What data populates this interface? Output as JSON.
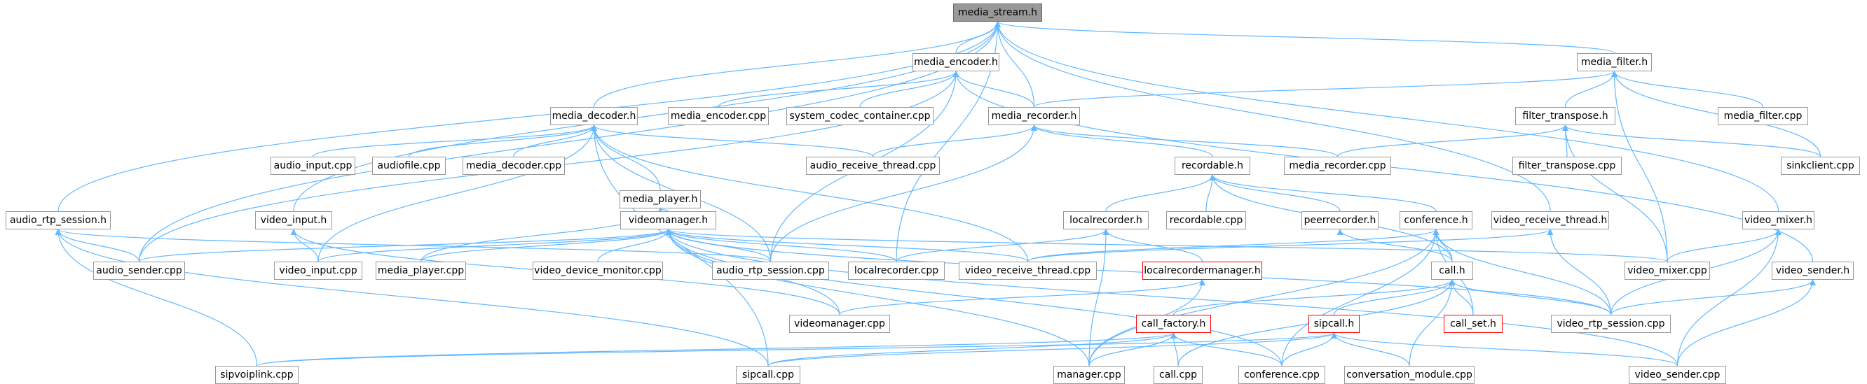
{
  "graph": {
    "edge_color": "#63b8ff",
    "root_fill": "#999999",
    "node_border": "#999999",
    "highlight_border": "#ff0000",
    "nodes": [
      {
        "id": "media_stream_h",
        "label": "media_stream.h",
        "style": "root"
      },
      {
        "id": "media_encoder_h",
        "label": "media_encoder.h"
      },
      {
        "id": "media_filter_h",
        "label": "media_filter.h"
      },
      {
        "id": "media_decoder_h",
        "label": "media_decoder.h"
      },
      {
        "id": "media_encoder_cpp",
        "label": "media_encoder.cpp"
      },
      {
        "id": "system_codec_container_cpp",
        "label": "system_codec_container.cpp"
      },
      {
        "id": "media_recorder_h",
        "label": "media_recorder.h"
      },
      {
        "id": "filter_transpose_h",
        "label": "filter_transpose.h"
      },
      {
        "id": "media_filter_cpp",
        "label": "media_filter.cpp"
      },
      {
        "id": "audio_input_cpp",
        "label": "audio_input.cpp"
      },
      {
        "id": "audiofile_cpp",
        "label": "audiofile.cpp"
      },
      {
        "id": "media_decoder_cpp",
        "label": "media_decoder.cpp"
      },
      {
        "id": "audio_receive_thread_cpp",
        "label": "audio_receive_thread.cpp"
      },
      {
        "id": "media_recorder_cpp",
        "label": "media_recorder.cpp"
      },
      {
        "id": "filter_transpose_cpp",
        "label": "filter_transpose.cpp"
      },
      {
        "id": "sinkclient_cpp",
        "label": "sinkclient.cpp"
      },
      {
        "id": "media_player_h",
        "label": "media_player.h"
      },
      {
        "id": "recordable_h",
        "label": "recordable.h"
      },
      {
        "id": "audio_rtp_session_h",
        "label": "audio_rtp_session.h"
      },
      {
        "id": "video_input_h",
        "label": "video_input.h"
      },
      {
        "id": "videomanager_h",
        "label": "videomanager.h"
      },
      {
        "id": "localrecorder_h",
        "label": "localrecorder.h"
      },
      {
        "id": "recordable_cpp",
        "label": "recordable.cpp"
      },
      {
        "id": "peerrecorder_h",
        "label": "peerrecorder.h"
      },
      {
        "id": "conference_h",
        "label": "conference.h"
      },
      {
        "id": "video_receive_thread_h",
        "label": "video_receive_thread.h"
      },
      {
        "id": "video_mixer_h",
        "label": "video_mixer.h"
      },
      {
        "id": "audio_sender_cpp",
        "label": "audio_sender.cpp"
      },
      {
        "id": "video_input_cpp",
        "label": "video_input.cpp"
      },
      {
        "id": "media_player_cpp",
        "label": "media_player.cpp"
      },
      {
        "id": "video_device_monitor_cpp",
        "label": "video_device_monitor.cpp"
      },
      {
        "id": "audio_rtp_session_cpp",
        "label": "audio_rtp_session.cpp"
      },
      {
        "id": "localrecorder_cpp",
        "label": "localrecorder.cpp"
      },
      {
        "id": "video_receive_thread_cpp",
        "label": "video_receive_thread.cpp"
      },
      {
        "id": "localrecordermanager_h",
        "label": "localrecordermanager.h",
        "style": "red"
      },
      {
        "id": "call_h",
        "label": "call.h"
      },
      {
        "id": "video_mixer_cpp",
        "label": "video_mixer.cpp"
      },
      {
        "id": "video_sender_h",
        "label": "video_sender.h"
      },
      {
        "id": "videomanager_cpp",
        "label": "videomanager.cpp"
      },
      {
        "id": "call_factory_h",
        "label": "call_factory.h",
        "style": "red"
      },
      {
        "id": "sipcall_h",
        "label": "sipcall.h",
        "style": "red"
      },
      {
        "id": "call_set_h",
        "label": "call_set.h",
        "style": "red"
      },
      {
        "id": "video_rtp_session_cpp",
        "label": "video_rtp_session.cpp"
      },
      {
        "id": "sipvoiplink_cpp",
        "label": "sipvoiplink.cpp"
      },
      {
        "id": "sipcall_cpp",
        "label": "sipcall.cpp"
      },
      {
        "id": "manager_cpp",
        "label": "manager.cpp"
      },
      {
        "id": "call_cpp",
        "label": "call.cpp"
      },
      {
        "id": "conference_cpp",
        "label": "conference.cpp"
      },
      {
        "id": "conversation_module_cpp",
        "label": "conversation_module.cpp"
      },
      {
        "id": "video_sender_cpp",
        "label": "video_sender.cpp"
      }
    ],
    "edges": [
      [
        "media_stream_h",
        "media_encoder_h"
      ],
      [
        "media_stream_h",
        "media_filter_h"
      ],
      [
        "media_stream_h",
        "media_decoder_h"
      ],
      [
        "media_stream_h",
        "media_recorder_h"
      ],
      [
        "media_stream_h",
        "audio_rtp_session_h"
      ],
      [
        "media_stream_h",
        "video_input_h"
      ],
      [
        "media_stream_h",
        "audio_sender_cpp"
      ],
      [
        "media_stream_h",
        "localrecorder_cpp"
      ],
      [
        "media_stream_h",
        "video_receive_thread_h"
      ],
      [
        "media_stream_h",
        "video_mixer_h"
      ],
      [
        "media_encoder_h",
        "media_encoder_cpp"
      ],
      [
        "media_encoder_h",
        "system_codec_container_cpp"
      ],
      [
        "media_encoder_h",
        "media_recorder_h"
      ],
      [
        "media_encoder_h",
        "audio_sender_cpp"
      ],
      [
        "media_encoder_h",
        "audio_rtp_session_cpp"
      ],
      [
        "media_encoder_h",
        "video_sender_h"
      ],
      [
        "media_filter_h",
        "media_recorder_h"
      ],
      [
        "media_filter_h",
        "filter_transpose_h"
      ],
      [
        "media_filter_h",
        "media_filter_cpp"
      ],
      [
        "media_filter_h",
        "sinkclient_cpp"
      ],
      [
        "media_filter_h",
        "video_mixer_cpp"
      ],
      [
        "media_decoder_h",
        "audio_input_cpp"
      ],
      [
        "media_decoder_h",
        "audiofile_cpp"
      ],
      [
        "media_decoder_h",
        "media_decoder_cpp"
      ],
      [
        "media_decoder_h",
        "audio_receive_thread_cpp"
      ],
      [
        "media_decoder_h",
        "media_player_h"
      ],
      [
        "media_decoder_h",
        "video_input_cpp"
      ],
      [
        "media_decoder_h",
        "audio_rtp_session_cpp"
      ],
      [
        "media_decoder_h",
        "video_receive_thread_cpp"
      ],
      [
        "media_decoder_h",
        "sipcall_cpp"
      ],
      [
        "media_recorder_h",
        "audio_receive_thread_cpp"
      ],
      [
        "media_recorder_h",
        "media_recorder_cpp"
      ],
      [
        "media_recorder_h",
        "recordable_h"
      ],
      [
        "media_recorder_h",
        "audio_rtp_session_cpp"
      ],
      [
        "filter_transpose_h",
        "media_recorder_cpp"
      ],
      [
        "filter_transpose_h",
        "filter_transpose_cpp"
      ],
      [
        "filter_transpose_h",
        "sinkclient_cpp"
      ],
      [
        "filter_transpose_h",
        "video_mixer_cpp"
      ],
      [
        "media_player_h",
        "videomanager_h"
      ],
      [
        "media_player_h",
        "media_player_cpp"
      ],
      [
        "recordable_h",
        "localrecorder_h"
      ],
      [
        "recordable_h",
        "recordable_cpp"
      ],
      [
        "recordable_h",
        "peerrecorder_h"
      ],
      [
        "recordable_h",
        "conference_h"
      ],
      [
        "recordable_h",
        "call_h"
      ],
      [
        "audio_rtp_session_h",
        "audio_sender_cpp"
      ],
      [
        "audio_rtp_session_h",
        "audio_rtp_session_cpp"
      ],
      [
        "audio_rtp_session_h",
        "sipvoiplink_cpp"
      ],
      [
        "audio_rtp_session_h",
        "sipcall_cpp"
      ],
      [
        "video_input_h",
        "video_input_cpp"
      ],
      [
        "video_input_h",
        "videomanager_cpp"
      ],
      [
        "videomanager_h",
        "audio_sender_cpp"
      ],
      [
        "videomanager_h",
        "video_input_cpp"
      ],
      [
        "videomanager_h",
        "media_player_cpp"
      ],
      [
        "videomanager_h",
        "video_device_monitor_cpp"
      ],
      [
        "videomanager_h",
        "audio_rtp_session_cpp"
      ],
      [
        "videomanager_h",
        "localrecorder_cpp"
      ],
      [
        "videomanager_h",
        "video_receive_thread_cpp"
      ],
      [
        "videomanager_h",
        "videomanager_cpp"
      ],
      [
        "videomanager_h",
        "manager_cpp"
      ],
      [
        "videomanager_h",
        "conference_cpp"
      ],
      [
        "videomanager_h",
        "video_mixer_cpp"
      ],
      [
        "videomanager_h",
        "video_rtp_session_cpp"
      ],
      [
        "videomanager_h",
        "video_sender_cpp"
      ],
      [
        "localrecorder_h",
        "localrecorder_cpp"
      ],
      [
        "localrecorder_h",
        "localrecordermanager_h"
      ],
      [
        "localrecorder_h",
        "manager_cpp"
      ],
      [
        "peerrecorder_h",
        "call_h"
      ],
      [
        "conference_h",
        "call_h"
      ],
      [
        "conference_h",
        "video_receive_thread_cpp"
      ],
      [
        "conference_h",
        "call_set_h"
      ],
      [
        "conference_h",
        "video_rtp_session_cpp"
      ],
      [
        "conference_h",
        "manager_cpp"
      ],
      [
        "conference_h",
        "conference_cpp"
      ],
      [
        "video_receive_thread_h",
        "video_receive_thread_cpp"
      ],
      [
        "video_receive_thread_h",
        "video_rtp_session_cpp"
      ],
      [
        "video_mixer_h",
        "video_mixer_cpp"
      ],
      [
        "video_mixer_h",
        "video_rtp_session_cpp"
      ],
      [
        "video_mixer_h",
        "video_sender_cpp"
      ],
      [
        "localrecordermanager_h",
        "videomanager_cpp"
      ],
      [
        "localrecordermanager_h",
        "manager_cpp"
      ],
      [
        "call_h",
        "call_factory_h"
      ],
      [
        "call_h",
        "sipcall_h"
      ],
      [
        "call_h",
        "call_set_h"
      ],
      [
        "call_h",
        "video_rtp_session_cpp"
      ],
      [
        "call_h",
        "call_cpp"
      ],
      [
        "call_h",
        "conversation_module_cpp"
      ],
      [
        "video_sender_h",
        "video_rtp_session_cpp"
      ],
      [
        "video_sender_h",
        "video_sender_cpp"
      ],
      [
        "call_factory_h",
        "sipcall_cpp"
      ],
      [
        "call_factory_h",
        "manager_cpp"
      ],
      [
        "call_factory_h",
        "call_cpp"
      ],
      [
        "call_factory_h",
        "conference_cpp"
      ],
      [
        "call_factory_h",
        "sipvoiplink_cpp"
      ],
      [
        "sipcall_h",
        "sipvoiplink_cpp"
      ],
      [
        "sipcall_h",
        "sipcall_cpp"
      ],
      [
        "sipcall_h",
        "conference_cpp"
      ],
      [
        "sipcall_h",
        "conversation_module_cpp"
      ],
      [
        "sipcall_h",
        "video_sender_cpp"
      ]
    ]
  }
}
